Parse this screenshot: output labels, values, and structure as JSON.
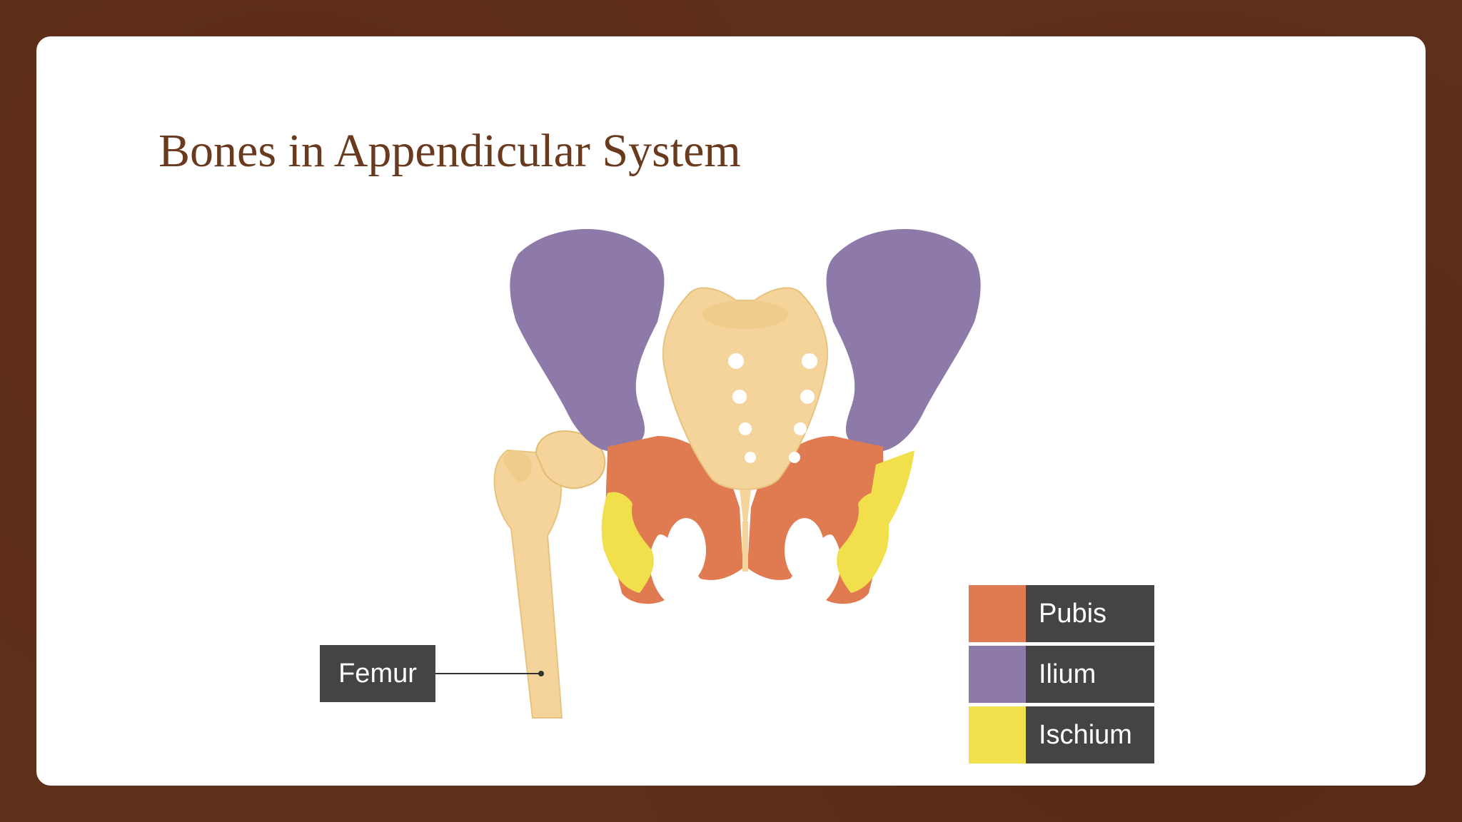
{
  "slide": {
    "title": "Bones in Appendicular System"
  },
  "colors": {
    "pubis": "#e07a50",
    "ilium": "#8e7aa8",
    "ischium": "#f2df4c",
    "bone": "#f4d49a",
    "label_bg": "#444444",
    "background": "#5e2f19",
    "title": "#6a3a1f"
  },
  "labels": {
    "femur": "Femur"
  },
  "legend": [
    {
      "label": "Pubis",
      "color": "#e07a50"
    },
    {
      "label": "Ilium",
      "color": "#8e7aa8"
    },
    {
      "label": "Ischium",
      "color": "#f2df4c"
    }
  ]
}
